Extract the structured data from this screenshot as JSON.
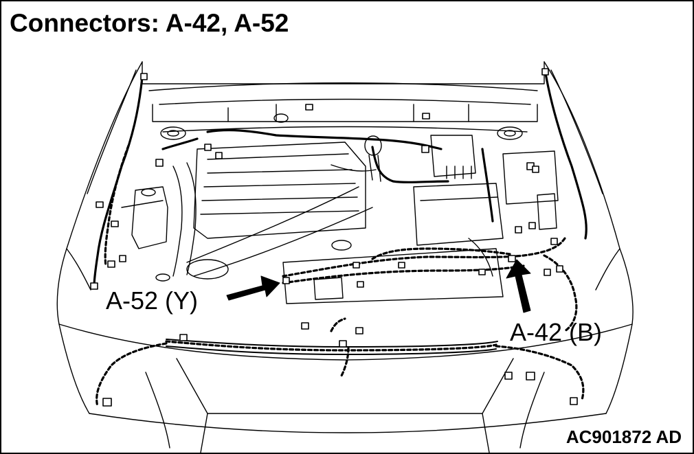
{
  "title": "Connectors: A-42, A-52",
  "callouts": [
    {
      "id": "a52",
      "label": "A-52 (Y)"
    },
    {
      "id": "a42",
      "label": "A-42 (B)"
    }
  ],
  "document_code": "AC901872 AD"
}
